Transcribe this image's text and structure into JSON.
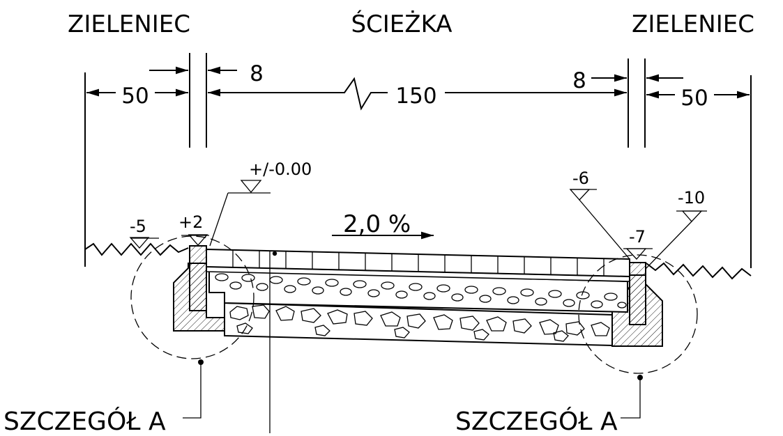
{
  "zones": {
    "left": "ZIELENIEC",
    "center": "ŚCIEŻKA",
    "right": "ZIELENIEC"
  },
  "dimensions": {
    "left_green": "50",
    "left_curb": "8",
    "path": "150",
    "right_curb": "8",
    "right_green": "50"
  },
  "levels": {
    "reference": "+/-0.00",
    "left_ground": "-5",
    "left_curb_top": "+2",
    "right_top": "-6",
    "right_curb_top": "-7",
    "right_ground": "-10"
  },
  "slope": "2,0 %",
  "details": {
    "left": "SZCZEGÓŁ A",
    "right": "SZCZEGÓŁ A"
  }
}
